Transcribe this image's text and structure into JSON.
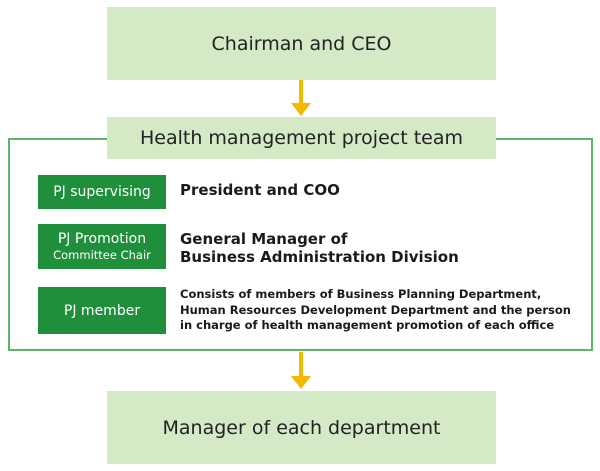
{
  "top_node": "Chairman and CEO",
  "team": {
    "title": "Health management project team",
    "roles": [
      {
        "badge": "PJ supervising",
        "description": "President and COO"
      },
      {
        "badge_line1": "PJ Promotion",
        "badge_line2": "Committee Chair",
        "description_line1": "General Manager of",
        "description_line2": "Business Administration Division"
      },
      {
        "badge": "PJ member",
        "description_line1": "Consists of members of Business Planning Department,",
        "description_line2": "Human Resources Development Department and the person",
        "description_line3": "in charge of health management promotion of each office"
      }
    ]
  },
  "bottom_node": "Manager of each department",
  "colors": {
    "node_fill": "#d4e9c6",
    "badge_fill": "#1f8f3c",
    "frame_border": "#5fb36b",
    "arrow": "#f5b800"
  }
}
